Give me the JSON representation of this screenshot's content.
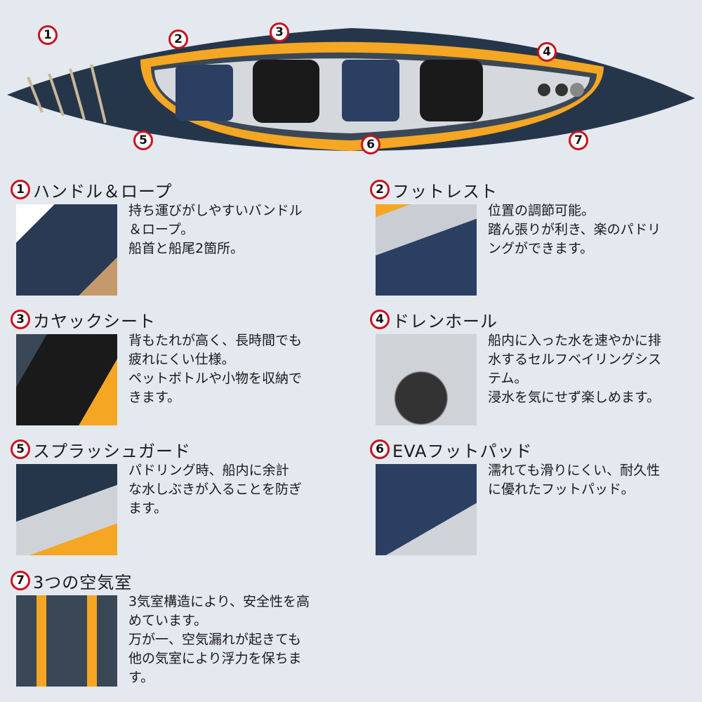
{
  "markers": [
    "1",
    "2",
    "3",
    "4",
    "5",
    "6",
    "7"
  ],
  "features": [
    {
      "num": "1",
      "title": "ハンドル＆ロープ",
      "text": "持ち運びがしやすいバンドル\n＆ロープ。\n船首と船尾2箇所。",
      "image": "handle-rope-photo"
    },
    {
      "num": "2",
      "title": "フットレスト",
      "text": "位置の調節可能。\n踏ん張りが利き、楽のパドリ\nングができます。",
      "image": "footrest-photo"
    },
    {
      "num": "3",
      "title": "カヤックシート",
      "text": "背もたれが高く、長時間でも\n疲れにくい仕様。\nペットボトルや小物を収納で\nきます。",
      "image": "kayak-seat-photo"
    },
    {
      "num": "4",
      "title": "ドレンホール",
      "text": "船内に入った水を速やかに排\n水するセルフベイリングシス\nテム。\n浸水を気にせず楽しめます。",
      "image": "drain-hole-photo"
    },
    {
      "num": "5",
      "title": "スプラッシュガード",
      "text": "パドリング時、船内に余計\nな水しぶきが入ることを防ぎ\nます。",
      "image": "splash-guard-photo"
    },
    {
      "num": "6",
      "title": "EVAフットパッド",
      "text": "濡れても滑りにくい、耐久性\nに優れたフットパッド。",
      "image": "eva-pad-photo"
    },
    {
      "num": "7",
      "title": "3つの空気室",
      "text": "3気室構造により、安全性を高\nめています。\n万が一、空気漏れが起きても\n他の気室により浮力を保ちま\nす。",
      "image": "air-chamber-photo"
    }
  ],
  "colors": {
    "accent": "#c8141e",
    "kayak_orange": "#f5a623",
    "kayak_navy": "#26364a"
  }
}
